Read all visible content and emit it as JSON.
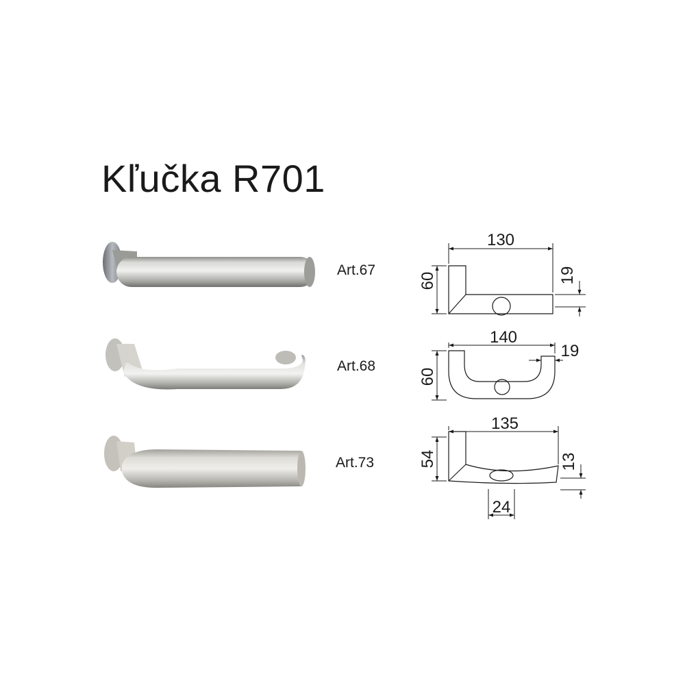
{
  "title": "Kľučka R701",
  "variants": [
    {
      "article": "Art.67",
      "dimensions": {
        "length": "130",
        "height": "60",
        "thickness": "19"
      }
    },
    {
      "article": "Art.68",
      "dimensions": {
        "length": "140",
        "height": "60",
        "thickness": "19"
      }
    },
    {
      "article": "Art.73",
      "dimensions": {
        "length": "135",
        "height": "54",
        "thickness": "13",
        "rosette": "24"
      }
    }
  ],
  "colors": {
    "text": "#1a1a1a",
    "steel_light": "#e6e6e4",
    "steel_mid": "#b9b9b6",
    "steel_dark": "#7d7d7a"
  }
}
